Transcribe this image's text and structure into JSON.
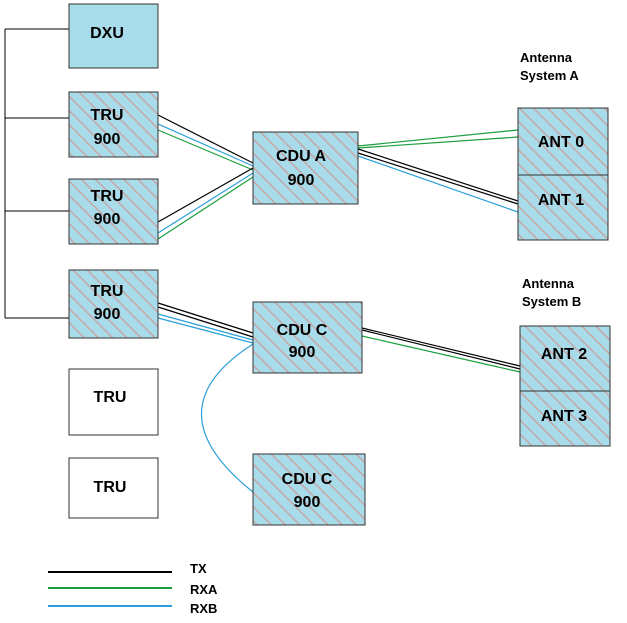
{
  "colors": {
    "tx": "#000000",
    "rxa": "#1a9e3c",
    "rxb": "#2a9fd8",
    "box_fill": "#a9dcea",
    "hatch": "#c6a6a6",
    "border": "#333333"
  },
  "blocks": {
    "dxu": {
      "label": "DXU"
    },
    "tru1": {
      "line1": "TRU",
      "line2": "900"
    },
    "tru2": {
      "line1": "TRU",
      "line2": "900"
    },
    "tru3": {
      "line1": "TRU",
      "line2": "900"
    },
    "tru4": {
      "label": "TRU"
    },
    "tru5": {
      "label": "TRU"
    },
    "cdu_a": {
      "line1": "CDU A",
      "line2": "900"
    },
    "cdu_c1": {
      "line1": "CDU C",
      "line2": "900"
    },
    "cdu_c2": {
      "line1": "CDU C",
      "line2": "900"
    },
    "ant0": {
      "label": "ANT 0"
    },
    "ant1": {
      "label": "ANT 1"
    },
    "ant2": {
      "label": "ANT 2"
    },
    "ant3": {
      "label": "ANT 3"
    }
  },
  "antenna_systems": {
    "a": {
      "line1": "Antenna",
      "line2": "System A"
    },
    "b": {
      "line1": "Antenna",
      "line2": "System B"
    }
  },
  "legend": {
    "tx": "TX",
    "rxa": "RXA",
    "rxb": "RXB"
  }
}
